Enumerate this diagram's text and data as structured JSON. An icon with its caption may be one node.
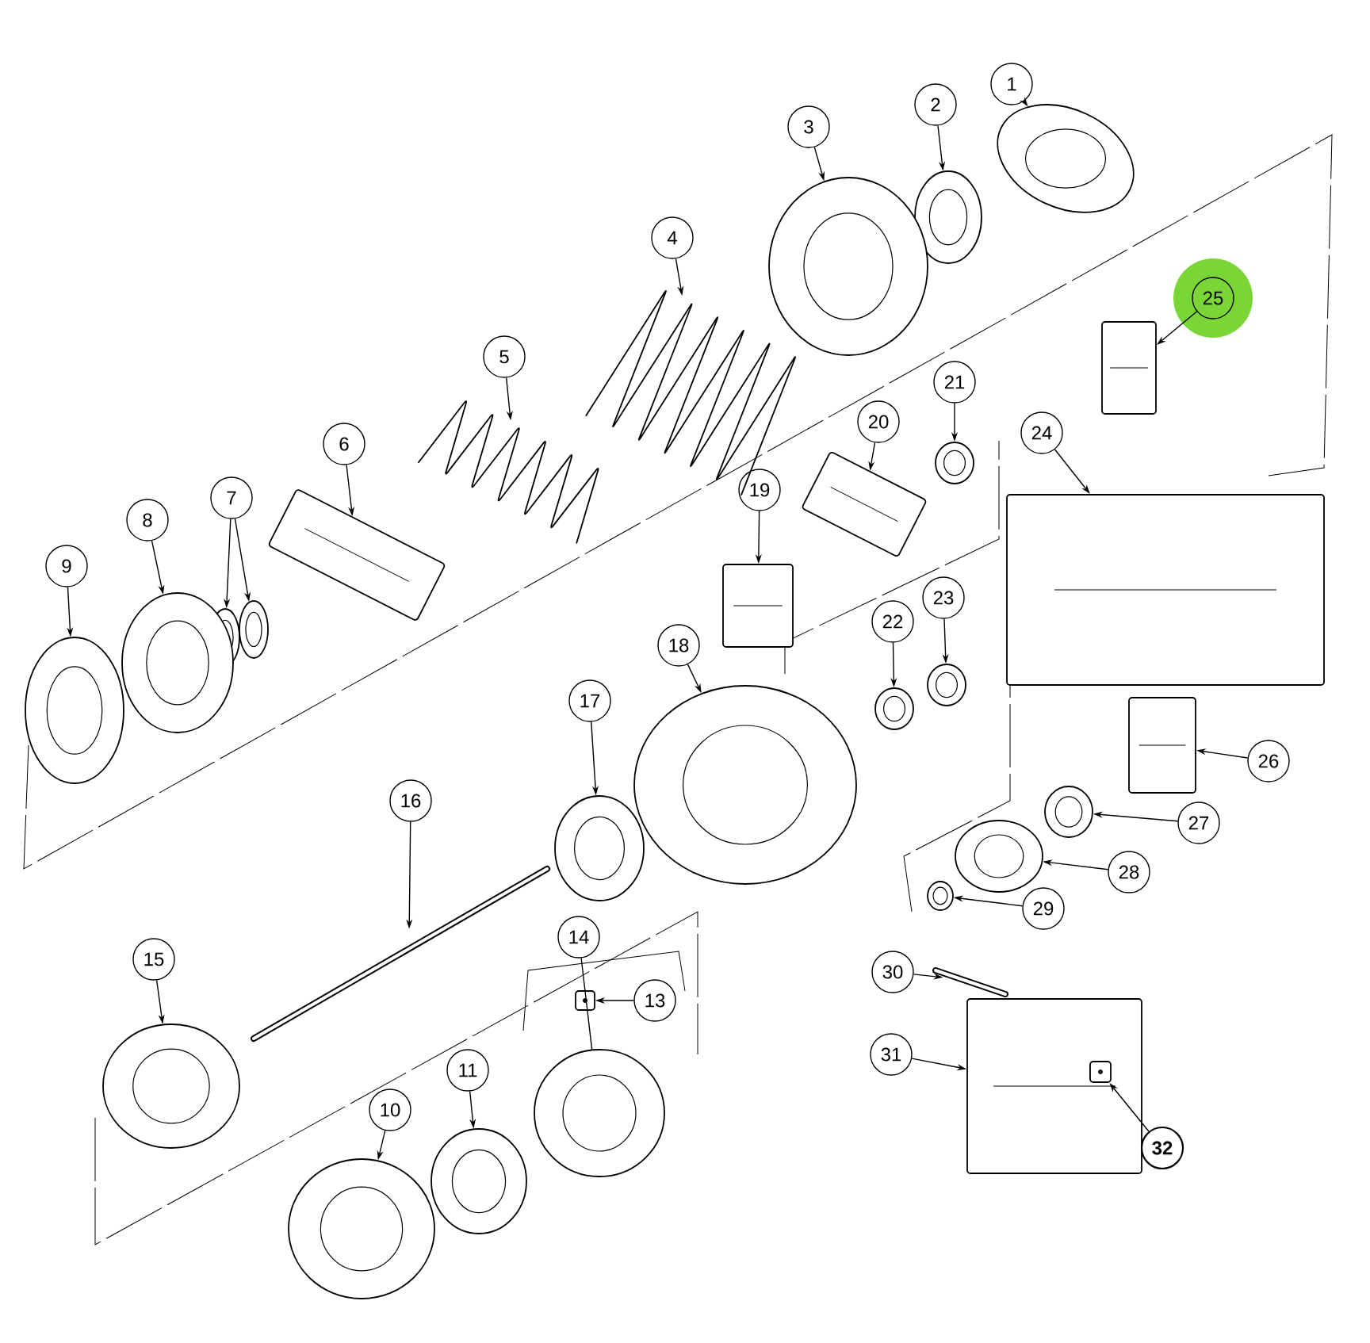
{
  "diagram": {
    "nodes": [
      {
        "text": [
          "1"
        ]
      },
      {
        "text": [
          "2"
        ]
      },
      {
        "text": [
          "3"
        ]
      },
      {
        "text": [
          "4"
        ]
      },
      {
        "text": [
          "5"
        ]
      },
      {
        "text": [
          "6"
        ]
      },
      {
        "text": [
          "7"
        ]
      },
      {
        "text": [
          "8"
        ]
      },
      {
        "text": [
          "9"
        ]
      },
      {
        "text": [
          "10"
        ]
      },
      {
        "text": [
          "11"
        ]
      },
      {
        "text": [
          "13"
        ]
      },
      {
        "text": [
          "14"
        ]
      },
      {
        "text": [
          "15"
        ]
      },
      {
        "text": [
          "16"
        ]
      },
      {
        "text": [
          "17"
        ]
      },
      {
        "text": [
          "18"
        ]
      },
      {
        "text": [
          "19"
        ]
      },
      {
        "text": [
          "20"
        ]
      },
      {
        "text": [
          "21"
        ]
      },
      {
        "text": [
          "22"
        ]
      },
      {
        "text": [
          "23"
        ]
      },
      {
        "text": [
          "24"
        ]
      },
      {
        "text": [
          "25"
        ]
      },
      {
        "text": [
          "26"
        ]
      },
      {
        "text": [
          "27"
        ]
      },
      {
        "text": [
          "28"
        ]
      },
      {
        "text": [
          "29"
        ]
      },
      {
        "text": [
          "30"
        ]
      },
      {
        "text": [
          "31"
        ]
      },
      {
        "text": [
          "32"
        ]
      },
      {
        "text": [],
        "shape": "circle"
      },
      {
        "text": [],
        "shape": "circle"
      },
      {
        "text": [],
        "shape": "circle"
      },
      {
        "text": [],
        "shape": "spring"
      },
      {
        "text": [],
        "shape": "spring"
      },
      {
        "text": [],
        "shape": "box"
      },
      {
        "text": [],
        "shape": "circle"
      },
      {
        "text": [],
        "shape": "circle"
      },
      {
        "text": [],
        "shape": "circle"
      },
      {
        "text": [],
        "shape": "circle"
      },
      {
        "text": [],
        "shape": "circle"
      },
      {
        "text": [],
        "shape": "circle"
      },
      {
        "text": [],
        "shape": "box"
      },
      {
        "text": [],
        "shape": "circle"
      },
      {
        "text": [],
        "shape": "circle"
      },
      {
        "text": [],
        "shape": "bar"
      },
      {
        "text": [],
        "shape": "circle"
      },
      {
        "text": [],
        "shape": "circle"
      },
      {
        "text": [],
        "shape": "box"
      },
      {
        "text": [],
        "shape": "box"
      },
      {
        "text": [],
        "shape": "circle"
      },
      {
        "text": [],
        "shape": "circle"
      },
      {
        "text": [],
        "shape": "circle"
      },
      {
        "text": [],
        "shape": "box"
      },
      {
        "text": [],
        "shape": "box"
      },
      {
        "text": [],
        "shape": "box"
      },
      {
        "text": [],
        "shape": "circle"
      },
      {
        "text": [],
        "shape": "circle"
      },
      {
        "text": [],
        "shape": "circle"
      },
      {
        "text": [],
        "shape": "bar"
      },
      {
        "text": [],
        "shape": "box"
      },
      {
        "text": [],
        "shape": "box",
        "in": 61
      }
    ],
    "edges": [
      {
        "from": 0,
        "to": 31,
        "arrow": "to"
      },
      {
        "from": 1,
        "to": 32,
        "arrow": "to"
      },
      {
        "from": 2,
        "to": 33,
        "arrow": "to"
      },
      {
        "from": 3,
        "to": 34,
        "arrow": "to"
      },
      {
        "from": 4,
        "to": 35,
        "arrow": "to"
      },
      {
        "from": 5,
        "to": 36,
        "arrow": "to"
      },
      {
        "from": 6,
        "to": 37,
        "arrow": "to"
      },
      {
        "from": 6,
        "to": 38,
        "arrow": "to"
      },
      {
        "from": 7,
        "to": 39,
        "arrow": "to"
      },
      {
        "from": 8,
        "to": 40,
        "arrow": "to"
      },
      {
        "from": 9,
        "to": 41,
        "arrow": "to"
      },
      {
        "from": 10,
        "to": 42,
        "arrow": "to"
      },
      {
        "from": 11,
        "to": 43,
        "arrow": "to"
      },
      {
        "from": 12,
        "to": 44,
        "arrow": "none"
      },
      {
        "from": 13,
        "to": 45,
        "arrow": "to"
      },
      {
        "from": 14,
        "to": 46,
        "arrow": "to"
      },
      {
        "from": 15,
        "to": 47,
        "arrow": "to"
      },
      {
        "from": 16,
        "to": 48,
        "arrow": "to"
      },
      {
        "from": 17,
        "to": 49,
        "arrow": "to"
      },
      {
        "from": 18,
        "to": 50,
        "arrow": "to"
      },
      {
        "from": 19,
        "to": 51,
        "arrow": "to"
      },
      {
        "from": 20,
        "to": 52,
        "arrow": "to"
      },
      {
        "from": 21,
        "to": 53,
        "arrow": "to"
      },
      {
        "from": 22,
        "to": 54,
        "arrow": "to"
      },
      {
        "from": 23,
        "to": 55,
        "arrow": "to"
      },
      {
        "from": 24,
        "to": 56,
        "arrow": "to"
      },
      {
        "from": 25,
        "to": 57,
        "arrow": "to"
      },
      {
        "from": 26,
        "to": 58,
        "arrow": "to"
      },
      {
        "from": 27,
        "to": 59,
        "arrow": "to"
      },
      {
        "from": 28,
        "to": 60,
        "arrow": "to"
      },
      {
        "from": 29,
        "to": 61,
        "arrow": "to"
      },
      {
        "from": 30,
        "to": 62,
        "arrow": "to"
      }
    ]
  }
}
